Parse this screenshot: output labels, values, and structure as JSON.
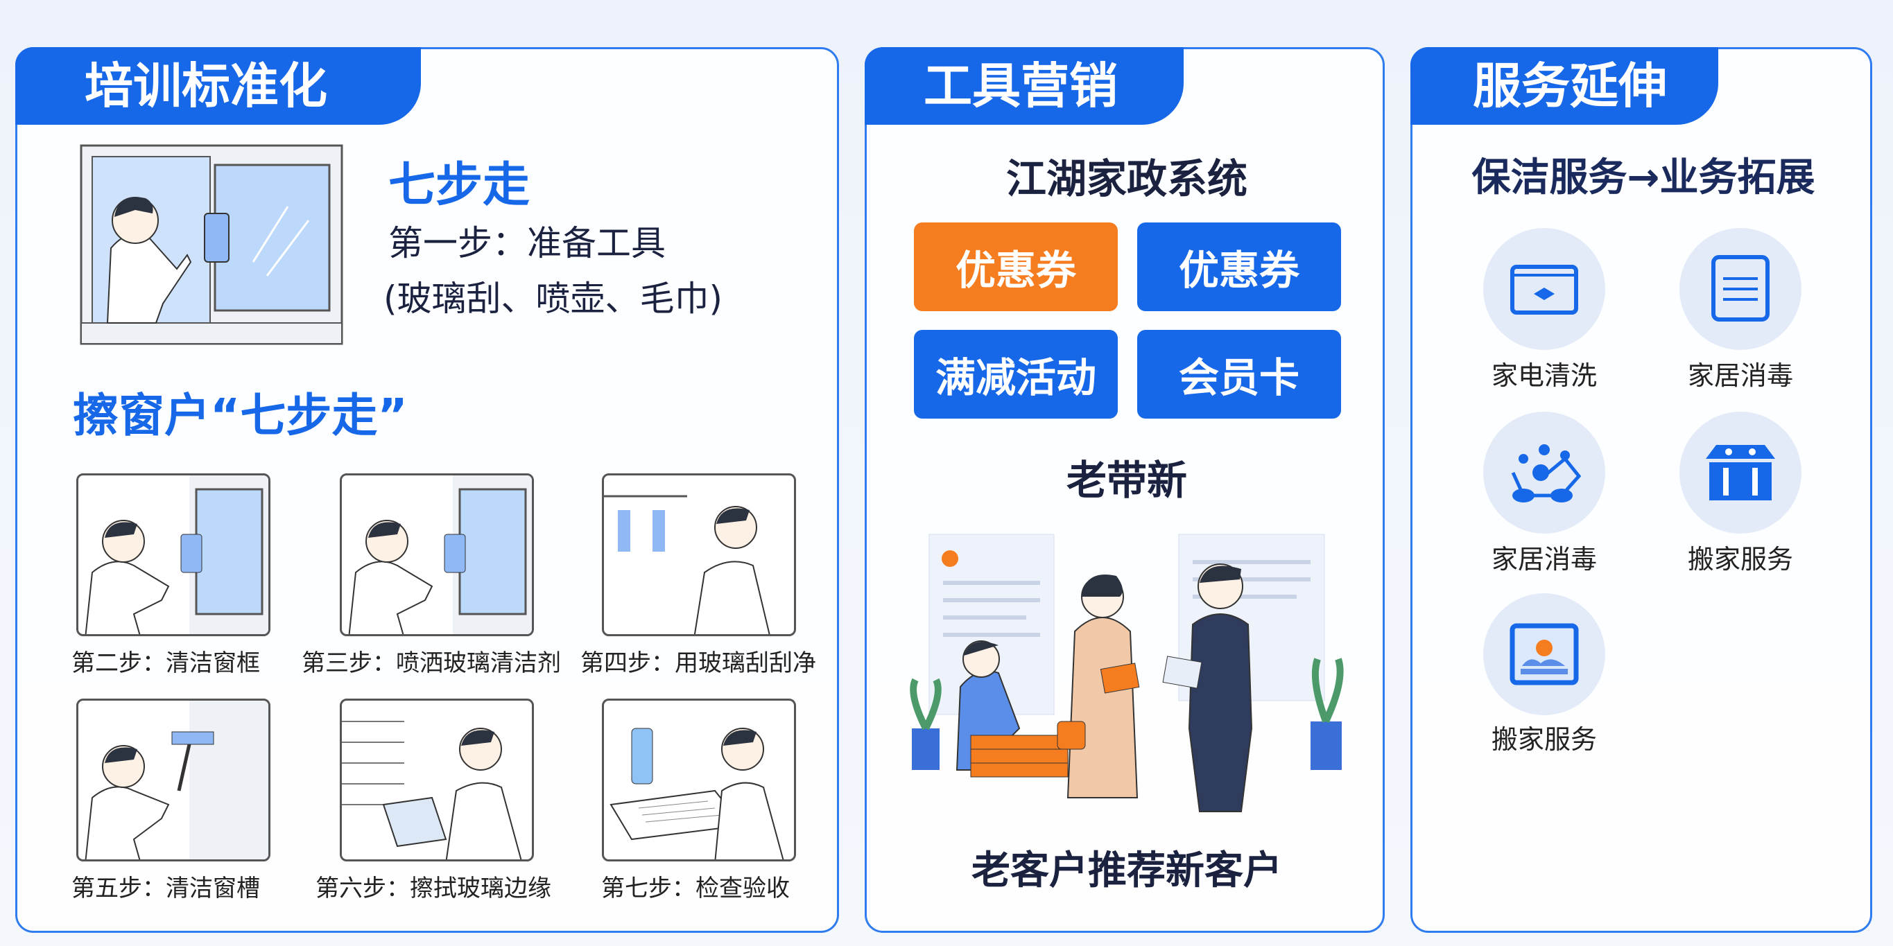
{
  "colors": {
    "primary": "#1668e8",
    "orange": "#f57c1f"
  },
  "panel1": {
    "title": "培训标准化",
    "subtitle": "七步走",
    "step1_line1": "第一步：准备工具",
    "step1_line2": "(玻璃刮、喷壶、毛巾)",
    "heading": "擦窗户“七步走”",
    "steps": [
      "第二步：清洁窗框",
      "第三步：喷洒玻璃清洁剂",
      "第四步：用玻璃刮刮净",
      "第五步：清洁窗槽",
      "第六步：擦拭玻璃边缘",
      "第七步：检查验收"
    ]
  },
  "panel2": {
    "title": "工具营销",
    "system": "江湖家政系统",
    "buttons": [
      "优惠券",
      "优惠券",
      "满减活动",
      "会员卡"
    ],
    "referral": "老带新",
    "caption": "老客户推荐新客户"
  },
  "panel3": {
    "title": "服务延伸",
    "heading": "保洁服务→业务拓展",
    "services": [
      {
        "label": "家电清洗",
        "icon": "appliance-icon"
      },
      {
        "label": "家居消毒",
        "icon": "clipboard-icon"
      },
      {
        "label": "家居消毒",
        "icon": "network-icon"
      },
      {
        "label": "搬家服务",
        "icon": "house-icon"
      },
      {
        "label": "搬家服务",
        "icon": "picture-icon"
      }
    ]
  }
}
